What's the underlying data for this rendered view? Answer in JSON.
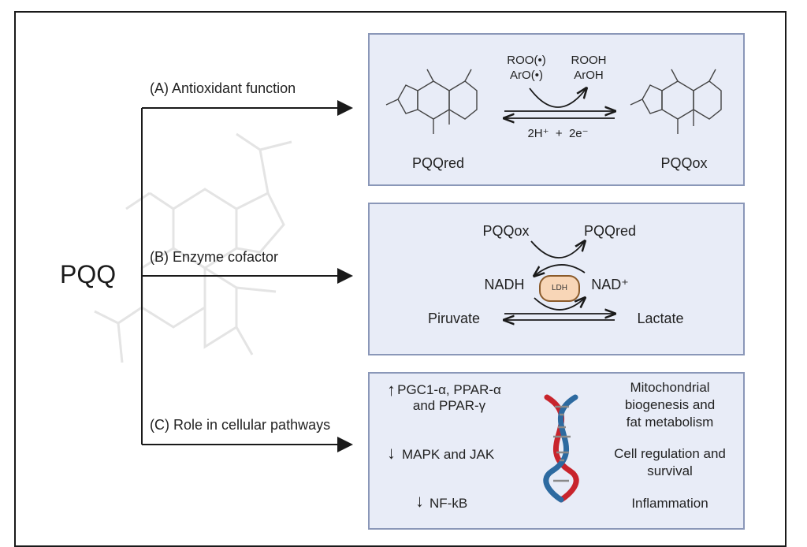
{
  "main_label": "PQQ",
  "branches": {
    "a_label": "(A) Antioxidant function",
    "b_label": "(B) Enzyme cofactor",
    "c_label": "(C) Role in cellular pathways"
  },
  "panel_a": {
    "left_compound": "PQQred",
    "right_compound": "PQQox",
    "reactant_1": "ROO(•)",
    "reactant_2": "ArO(•)",
    "product_1": "ROOH",
    "product_2": "ArOH",
    "reverse": "2H⁺  +  2e⁻"
  },
  "panel_b": {
    "top_left": "PQQox",
    "top_right": "PQQred",
    "mid_left": "NADH",
    "mid_right": "NAD⁺",
    "enzyme": "LDH",
    "bottom_left": "Piruvate",
    "bottom_right": "Lactate"
  },
  "panel_c": {
    "rows": [
      {
        "direction": "up",
        "target": "PGC1-α, PPAR-α and PPAR-γ",
        "target_line1": "PGC1-α, PPAR-α",
        "target_line2": "and PPAR-γ",
        "effect_line1": "Mitochondrial",
        "effect_line2": "biogenesis and",
        "effect_line3": "fat metabolism"
      },
      {
        "direction": "down",
        "target": "MAPK and JAK",
        "effect_line1": "Cell regulation and",
        "effect_line2": "survival"
      },
      {
        "direction": "down",
        "target": "NF-kB",
        "effect_line1": "Inflammation"
      }
    ]
  },
  "colors": {
    "panel_fill": "#e8ecf7",
    "panel_border": "#8a97b8",
    "dna_red": "#c8242c",
    "dna_blue": "#2d6aa0",
    "ldh_fill": "#f8d6b7"
  }
}
